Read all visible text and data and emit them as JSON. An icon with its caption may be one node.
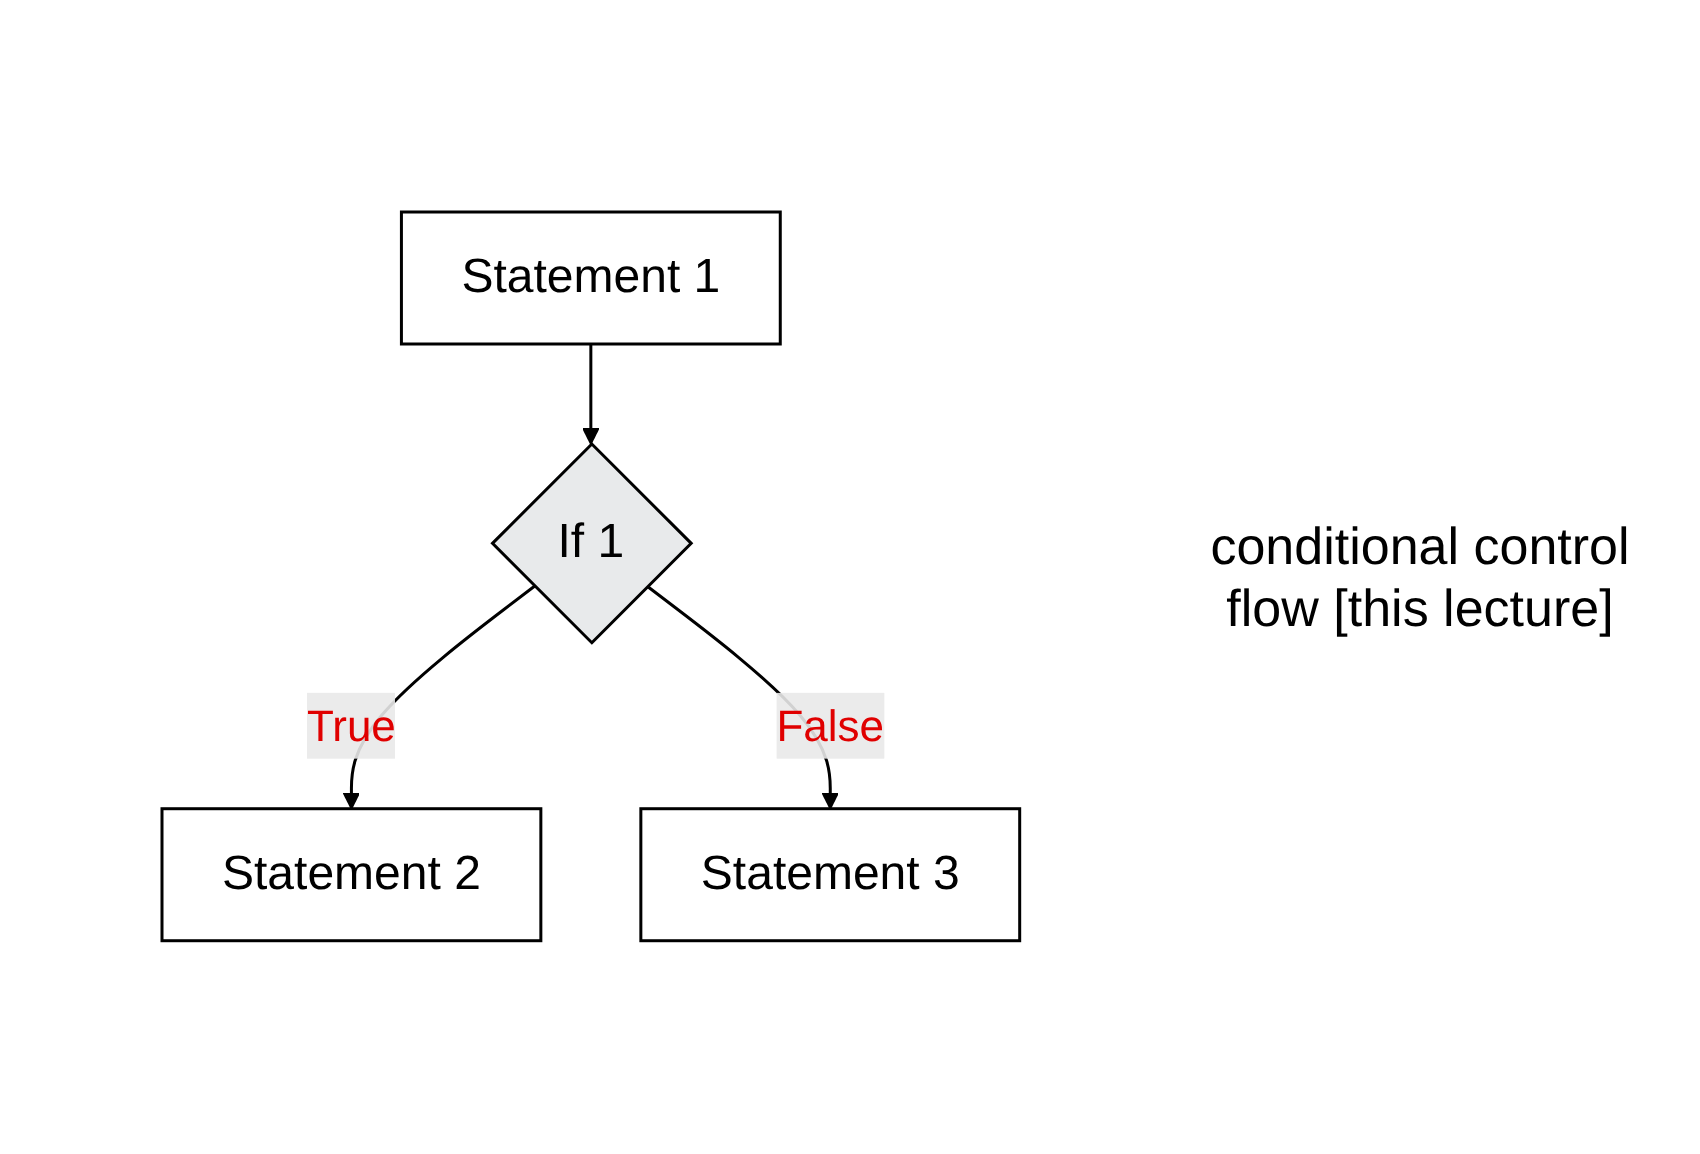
{
  "diagram": {
    "nodes": [
      {
        "text": [
          "Statement 1"
        ]
      },
      {
        "text": [
          "If 1"
        ]
      },
      {
        "text": [
          "Statement 2"
        ]
      },
      {
        "text": [
          "Statement 3"
        ]
      }
    ],
    "edges": [
      {
        "from": 0,
        "to": 1,
        "arrow": "to"
      },
      {
        "from": 1,
        "to": 2,
        "arrow": "to",
        "label": "True"
      },
      {
        "from": 1,
        "to": 3,
        "arrow": "to",
        "label": "False"
      }
    ],
    "labels": [
      "conditional control flow [this lecture]"
    ]
  }
}
